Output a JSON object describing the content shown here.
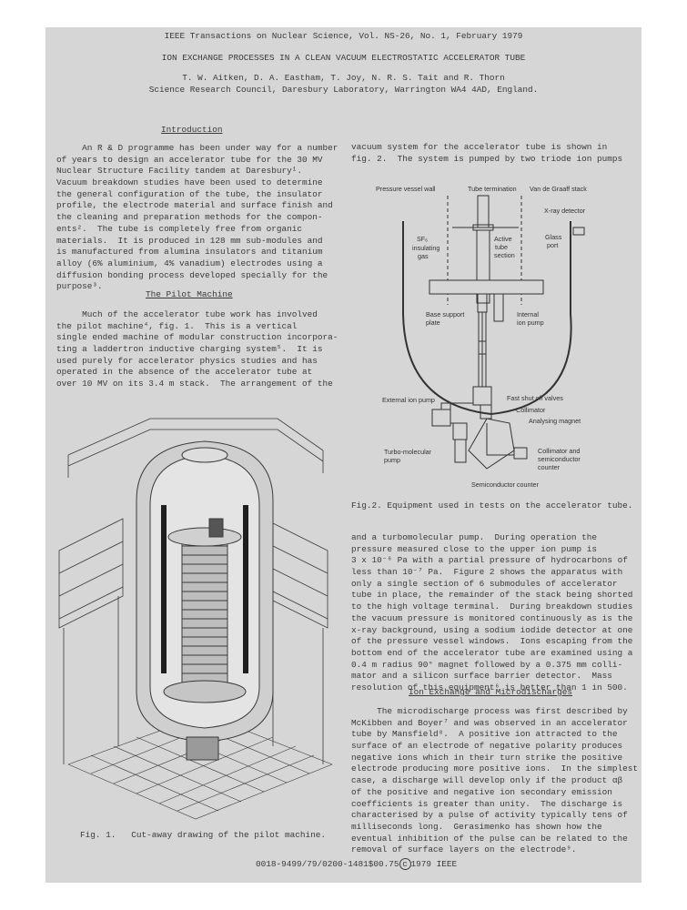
{
  "header": {
    "journal": "IEEE Transactions on Nuclear Science, Vol. NS-26, No. 1, February 1979",
    "title": "ION EXCHANGE PROCESSES IN A CLEAN VACUUM ELECTROSTATIC ACCELERATOR TUBE",
    "authors": "T. W. Aitken, D. A. Eastham, T. Joy, N. R. S. Tait and R. Thorn",
    "affiliation": "Science Research Council, Daresbury Laboratory, Warrington WA4 4AD, England."
  },
  "sections": {
    "introduction": {
      "heading": "Introduction",
      "lines": [
        "     An R & D programme has been under way for a number",
        "of years to design an accelerator tube for the 30 MV",
        "Nuclear Structure Facility tandem at Daresbury¹.",
        "Vacuum breakdown studies have been used to determine",
        "the general configuration of the tube, the insulator",
        "profile, the electrode material and surface finish and",
        "the cleaning and preparation methods for the compon-",
        "ents².  The tube is completely free from organic",
        "materials.  It is produced in 128 mm sub-modules and",
        "is manufactured from alumina insulators and titanium",
        "alloy (6% aluminium, 4% vanadium) electrodes using a",
        "diffusion bonding process developed specially for the",
        "purpose³."
      ]
    },
    "pilot_machine": {
      "heading": "The Pilot Machine",
      "lines": [
        "     Much of the accelerator tube work has involved",
        "the pilot machine⁴, fig. 1.  This is a vertical",
        "single ended machine of modular construction incorpora-",
        "ting a laddertron inductive charging system⁵.  It is",
        "used purely for accelerator physics studies and has",
        "operated in the absence of the accelerator tube at",
        "over 10 MV on its 3.4 m stack.  The arrangement of the"
      ]
    },
    "right_top": {
      "lines": [
        "vacuum system for the accelerator tube is shown in",
        "fig. 2.  The system is pumped by two triode ion pumps"
      ]
    },
    "right_mid": {
      "lines": [
        "and a turbomolecular pump.  During operation the",
        "pressure measured close to the upper ion pump is",
        "3 x 10⁻⁶ Pa with a partial pressure of hydrocarbons of",
        "less than 10⁻⁷ Pa.  Figure 2 shows the apparatus with",
        "only a single section of 6 submodules of accelerator",
        "tube in place, the remainder of the stack being shorted",
        "to the high voltage terminal.  During breakdown studies",
        "the vacuum pressure is monitored continuously as is the",
        "x-ray background, using a sodium iodide detector at one",
        "of the pressure vessel windows.  Ions escaping from the",
        "bottom end of the accelerator tube are examined using a",
        "0.4 m radius 90° magnet followed by a 0.375 mm colli-",
        "mator and a silicon surface barrier detector.  Mass",
        "resolution of this equipment⁶ is better than 1 in 500."
      ]
    },
    "ion_exchange": {
      "heading": "Ion Exchange and Microdischarges",
      "lines": [
        "     The microdischarge process was first described by",
        "McKibben and Boyer⁷ and was observed in an accelerator",
        "tube by Mansfield⁸.  A positive ion attracted to the",
        "surface of an electrode of negative polarity produces",
        "negative ions which in their turn strike the positive",
        "electrode producing more positive ions.  In the simplest",
        "case, a discharge will develop only if the product αβ",
        "of the positive and negative ion secondary emission",
        "coefficients is greater than unity.  The discharge is",
        "characterised by a pulse of activity typically tens of",
        "milliseconds long.  Gerasimenko has shown how the",
        "eventual inhibition of the pulse can be related to the",
        "removal of surface layers on the electrode⁹."
      ]
    }
  },
  "figure1": {
    "caption": "Fig. 1.   Cut-away drawing of the pilot machine."
  },
  "figure2": {
    "caption": "Fig.2. Equipment used in tests on the accelerator tube.",
    "labels": {
      "pressure_vessel_wall": "Pressure vessel wall",
      "tube_termination": "Tube termination",
      "van_de_graaff_stack": "Van de Graaff stack",
      "xray_detector": "X-ray detector",
      "sf6_1": "SF₆",
      "sf6_2": "insulating",
      "sf6_3": "gas",
      "active_1": "Active",
      "active_2": "tube",
      "active_3": "section",
      "glass_1": "Glass",
      "glass_2": "port",
      "base_1": "Base support",
      "base_2": "plate",
      "internal_1": "Internal",
      "internal_2": "ion pump",
      "external_ion_pump": "External ion pump",
      "fast_shut_off": "Fast shut off valves",
      "collimator": "Collimator",
      "analysing_magnet": "Analysing magnet",
      "turbo_1": "Turbo-molecular",
      "turbo_2": "pump",
      "coll_sc_1": "Collimator and",
      "coll_sc_2": "semiconductor",
      "coll_sc_3": "counter",
      "semiconductor_counter": "Semiconductor counter"
    }
  },
  "footer": {
    "code": "0018-9499/79/0200-1481$00.75",
    "copyright_mark": "c",
    "copyright": "1979 IEEE"
  }
}
